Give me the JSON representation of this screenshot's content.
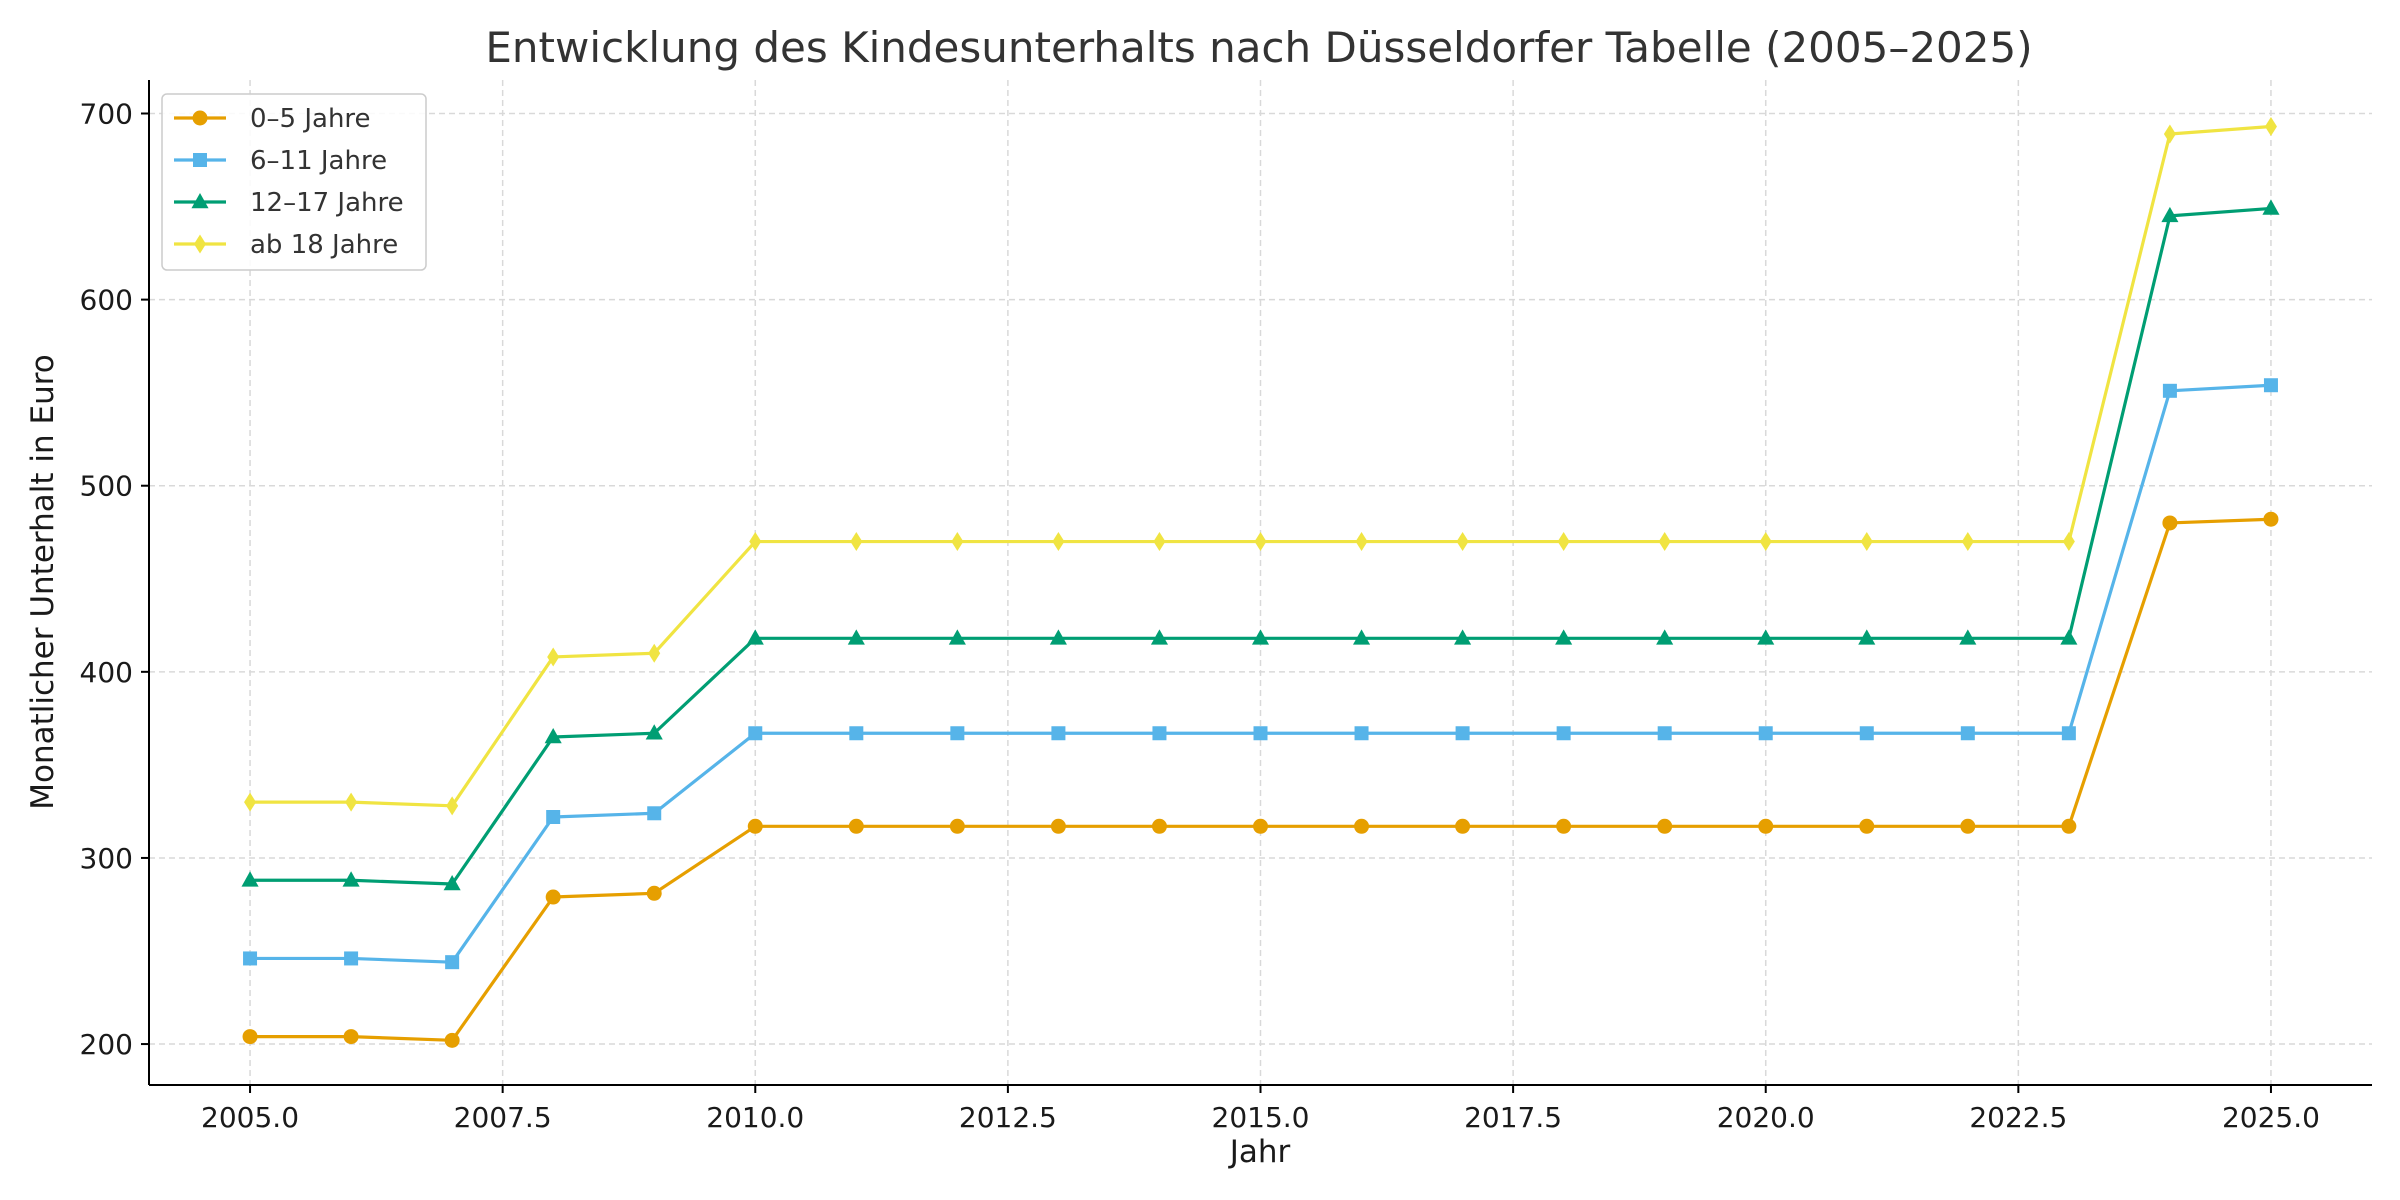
{
  "chart_data": {
    "type": "line",
    "title": "Entwicklung des Kindesunterhalts nach Düsseldorfer Tabelle (2005–2025)",
    "xlabel": "Jahr",
    "ylabel": "Monatlicher Unterhalt in Euro",
    "xlim": [
      2004.0,
      2026.0
    ],
    "ylim": [
      178,
      718
    ],
    "xticks": [
      2005.0,
      2007.5,
      2010.0,
      2012.5,
      2015.0,
      2017.5,
      2020.0,
      2022.5,
      2025.0
    ],
    "xtick_labels": [
      "2005.0",
      "2007.5",
      "2010.0",
      "2012.5",
      "2015.0",
      "2017.5",
      "2020.0",
      "2022.5",
      "2025.0"
    ],
    "yticks": [
      200,
      300,
      400,
      500,
      600,
      700
    ],
    "ytick_labels": [
      "200",
      "300",
      "400",
      "500",
      "600",
      "700"
    ],
    "grid": true,
    "legend_position": "top-left",
    "x": [
      2005,
      2006,
      2007,
      2008,
      2009,
      2010,
      2011,
      2012,
      2013,
      2014,
      2015,
      2016,
      2017,
      2018,
      2019,
      2020,
      2021,
      2022,
      2023,
      2024,
      2025
    ],
    "series": [
      {
        "name": "0–5 Jahre",
        "color": "#E69F00",
        "marker": "circle",
        "values": [
          204,
          204,
          202,
          279,
          281,
          317,
          317,
          317,
          317,
          317,
          317,
          317,
          317,
          317,
          317,
          317,
          317,
          317,
          317,
          480,
          482
        ]
      },
      {
        "name": "6–11 Jahre",
        "color": "#56B4E9",
        "marker": "square",
        "values": [
          246,
          246,
          244,
          322,
          324,
          367,
          367,
          367,
          367,
          367,
          367,
          367,
          367,
          367,
          367,
          367,
          367,
          367,
          367,
          551,
          554
        ]
      },
      {
        "name": "12–17 Jahre",
        "color": "#009E73",
        "marker": "triangle",
        "values": [
          288,
          288,
          286,
          365,
          367,
          418,
          418,
          418,
          418,
          418,
          418,
          418,
          418,
          418,
          418,
          418,
          418,
          418,
          418,
          645,
          649
        ]
      },
      {
        "name": "ab 18 Jahre",
        "color": "#F0E442",
        "marker": "diamond",
        "values": [
          330,
          330,
          328,
          408,
          410,
          470,
          470,
          470,
          470,
          470,
          470,
          470,
          470,
          470,
          470,
          470,
          470,
          470,
          470,
          689,
          693
        ]
      }
    ]
  }
}
